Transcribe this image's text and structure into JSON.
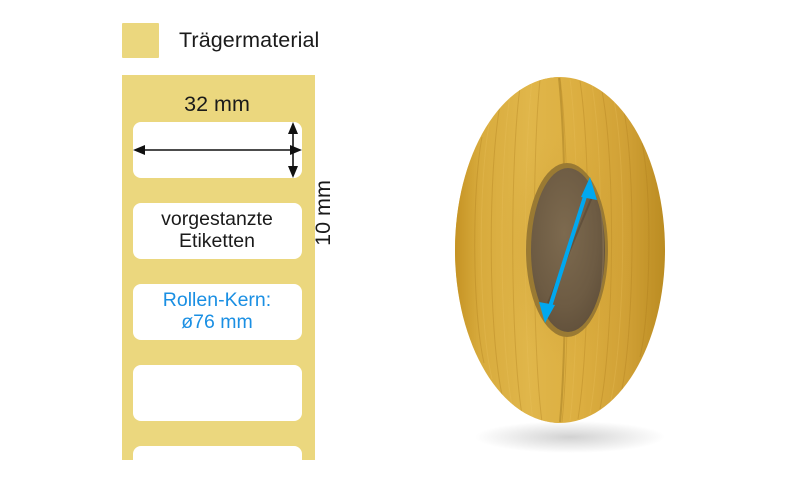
{
  "legend": {
    "swatch_name": "carrier-material-swatch",
    "swatch_color": "#ebd77e",
    "label": "Trägermaterial"
  },
  "strip_diagram": {
    "width_dimension": "32 mm",
    "height_dimension": "10 mm",
    "labels": [
      {
        "line1": "",
        "line2": "",
        "color": "#1a1a1a"
      },
      {
        "line1": "vorgestanzte",
        "line2": "Etiketten",
        "color": "#1a1a1a"
      },
      {
        "line1": "Rollen-Kern:",
        "line2": "ø76 mm",
        "color": "#1a8fe3"
      },
      {
        "line1": "",
        "line2": "",
        "color": "#1a1a1a"
      },
      {
        "line1": "",
        "line2": "",
        "color": "#1a1a1a"
      }
    ],
    "carrier_color": "#ebd77e",
    "label_color": "#ffffff",
    "dimension_arrow_color": "#111111"
  },
  "roll": {
    "carrier_color": "#f2d263",
    "label_color": "#f4f4f1",
    "face_color": "#d7a93a",
    "core_color": "#6f5d45",
    "arrow_color": "#00a8f0",
    "core_arrow_name": "core-diameter-arrow"
  },
  "colors": {
    "accent_blue": "#1a8fe3",
    "carrier_yellow": "#ebd77e",
    "text_dark": "#1a1a1a",
    "arrow_cyan": "#00a8f0"
  }
}
